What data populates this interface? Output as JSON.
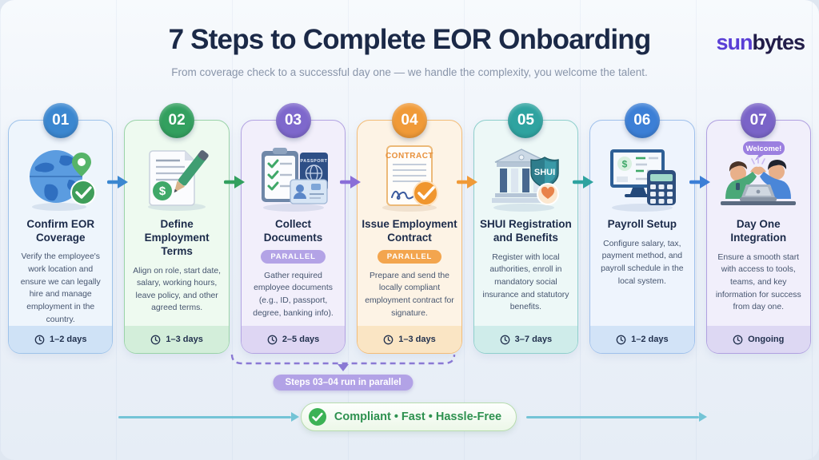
{
  "header": {
    "title": "7 Steps to Complete EOR Onboarding",
    "subtitle": "From coverage check to a successful day one — we handle the complexity, you welcome the talent.",
    "logo": {
      "part1": "sun",
      "part2": "bytes"
    }
  },
  "cards": [
    {
      "number": "01",
      "title": "Confirm EOR Coverage",
      "description": "Verify the employee's work location and ensure we can legally hire and manage employment in the country.",
      "duration": "1–2 days",
      "icon": "globe-location-check-icon",
      "colors": {
        "accent": "#3b87d0",
        "border": "#9ec3ea",
        "bg": "#eef5fc",
        "footer": "#cfe2f6"
      }
    },
    {
      "number": "02",
      "title": "Define Employment Terms",
      "description": "Align on role, start date, salary, working hours, leave policy, and other agreed terms.",
      "duration": "1–3 days",
      "icon": "document-pen-icon",
      "colors": {
        "accent": "#33a05f",
        "border": "#9ad3a8",
        "bg": "#eefaf0",
        "footer": "#d3eeda"
      }
    },
    {
      "number": "03",
      "title": "Collect Documents",
      "parallel_badge": "PARALLEL",
      "description": "Gather required employee documents (e.g., ID, passport, degree, banking info).",
      "duration": "2–5 days",
      "icon": "checklist-passport-id-icon",
      "colors": {
        "accent": "#7e68cc",
        "border": "#b3a3e2",
        "bg": "#f2effb",
        "footer": "#ded6f3",
        "pill": "#b3a3e6"
      }
    },
    {
      "number": "04",
      "title": "Issue Employment Contract",
      "parallel_badge": "PARALLEL",
      "description": "Prepare and send the locally compliant employment contract for signature.",
      "duration": "1–3 days",
      "icon": "contract-signature-check-icon",
      "icon_label": "CONTRACT",
      "colors": {
        "accent": "#f09a38",
        "border": "#f3bc77",
        "bg": "#fdf3e5",
        "footer": "#fae5c4",
        "pill": "#f3a54e"
      }
    },
    {
      "number": "05",
      "title": "SHUI Registration and Benefits",
      "description": "Register with local authorities, enroll in mandatory social insurance and statutory benefits.",
      "duration": "3–7 days",
      "icon": "bank-shield-heart-icon",
      "icon_label": "SHUI",
      "colors": {
        "accent": "#2fa3a0",
        "border": "#8ecfcc",
        "bg": "#edf8f7",
        "footer": "#cfecea"
      }
    },
    {
      "number": "06",
      "title": "Payroll Setup",
      "description": "Configure salary, tax, payment method, and payroll schedule in the local system.",
      "duration": "1–2 days",
      "icon": "monitor-calculator-icon",
      "colors": {
        "accent": "#3c7fd6",
        "border": "#9fc0ec",
        "bg": "#eef4fd",
        "footer": "#d2e3f7"
      }
    },
    {
      "number": "07",
      "title": "Day One Integration",
      "description": "Ensure a smooth start with access to tools, teams, and key information for success from day one.",
      "duration": "Ongoing",
      "icon": "high-five-welcome-icon",
      "icon_label": "Welcome!",
      "colors": {
        "accent": "#7a64c8",
        "border": "#b0a0e0",
        "bg": "#f1effb",
        "footer": "#ddd8f3"
      }
    }
  ],
  "arrows": [
    {
      "color": "#3b87d0"
    },
    {
      "color": "#33a05f"
    },
    {
      "color": "#8a6fd8"
    },
    {
      "color": "#f09a38"
    },
    {
      "color": "#2fa3a0"
    },
    {
      "color": "#3c7fd6"
    }
  ],
  "parallel_note": {
    "label": "Steps 03–04 run in parallel",
    "color": "#8a79d4"
  },
  "banner": {
    "label": "Compliant • Fast • Hassle-Free",
    "check_color": "#3cb255",
    "line_color": "#74c4d6"
  }
}
